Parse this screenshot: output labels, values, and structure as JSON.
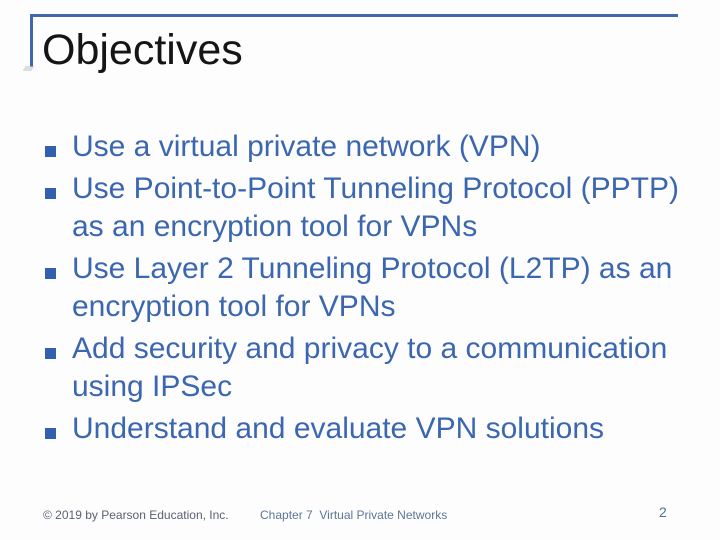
{
  "slide": {
    "title": "Objectives",
    "bullets": [
      {
        "lines": [
          "Use a virtual private network (VPN)"
        ]
      },
      {
        "lines": [
          "Use Point-to-Point Tunneling Protocol (PPTP)",
          "as an encryption tool for VPNs"
        ]
      },
      {
        "lines": [
          "Use Layer 2 Tunneling Protocol (L2TP) as an",
          "encryption tool for VPNs"
        ]
      },
      {
        "lines": [
          "Add security and privacy to a communication",
          "using IPSec"
        ]
      },
      {
        "lines": [
          "Understand and evaluate VPN solutions"
        ]
      }
    ],
    "footer": {
      "copyright": "© 2019 by Pearson Education, Inc.",
      "chapter": "Chapter 7  Virtual Private Networks",
      "page_number": "2"
    },
    "colors": {
      "accent_line": "#4067AC",
      "body_text": "#3B66B0",
      "bullet": "#3160AE",
      "title_text": "#151515",
      "footer_copyright": "#596273",
      "footer_chapter": "#5B7697",
      "footer_page": "#54708C",
      "background": "#FDFDFD"
    }
  }
}
